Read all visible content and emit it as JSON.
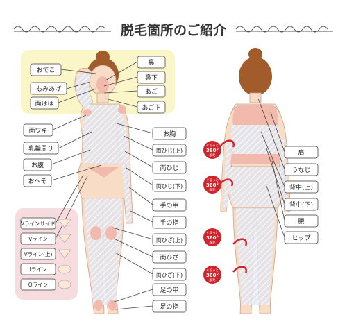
{
  "title": "脱毛箇所のご紹介",
  "badge": {
    "line1": "ぐるっと",
    "line2": "360°",
    "line3": "脱毛"
  },
  "colors": {
    "label_border": "#6a6a6a",
    "face_panel": "#fbf6c8",
    "v_panel": "#f7dcdf",
    "arrow": "#d0242b",
    "skin": "#f8dcc6",
    "hair": "#a25c2c"
  },
  "face_labels": [
    "おでこ",
    "もみあげ",
    "両ほほ"
  ],
  "face_right_labels": [
    "鼻",
    "鼻下",
    "あご",
    "あご下"
  ],
  "left_labels": [
    "両ワキ",
    "乳輪周り",
    "お腹",
    "おへそ"
  ],
  "v_labels": [
    "Vラインサイド",
    "Vライン",
    "Vライン(上)",
    "Iライン",
    "Oライン"
  ],
  "middle_labels": [
    "お胸",
    "両ひじ(上)",
    "両ひじ",
    "両ひじ(下)",
    "手の甲",
    "手の指",
    "両ひざ(上)",
    "両ひざ",
    "両ひざ(下)",
    "足の甲",
    "足の指"
  ],
  "back_labels": [
    "肩",
    "うなじ",
    "背中(上)",
    "背中(下)",
    "腰",
    "ヒップ"
  ]
}
